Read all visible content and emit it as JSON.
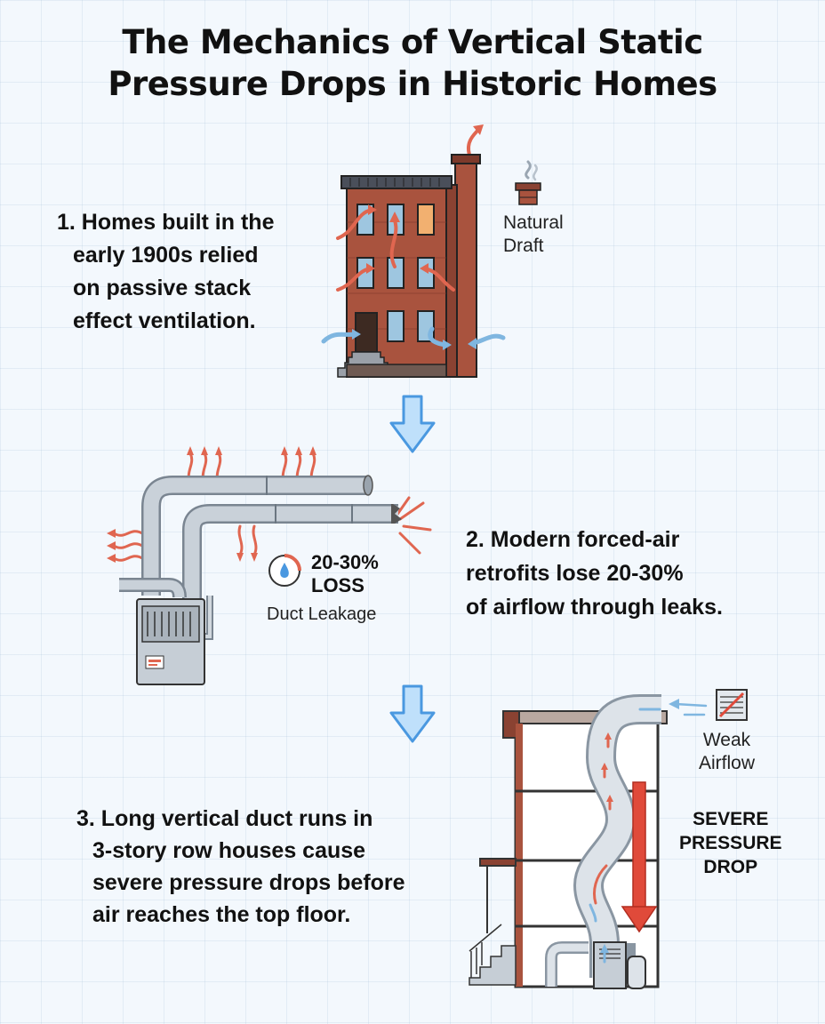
{
  "title": {
    "line1": "The Mechanics of Vertical Static",
    "line2": "Pressure Drops in Historic Homes"
  },
  "steps": [
    {
      "lines": [
        "1. Homes built in the",
        "early 1900s relied",
        "on passive stack",
        "effect ventilation."
      ]
    },
    {
      "lines": [
        "2. Modern forced-air",
        "retrofits lose 20-30%",
        "of airflow through leaks."
      ]
    },
    {
      "lines": [
        "3. Long vertical duct runs in",
        "3-story row houses cause",
        "severe pressure drops before",
        "air reaches the top floor."
      ]
    }
  ],
  "labels": {
    "natural_draft": [
      "Natural",
      "Draft"
    ],
    "loss": [
      "20-30%",
      "LOSS"
    ],
    "duct_leakage": "Duct Leakage",
    "weak_airflow": [
      "Weak",
      "Airflow"
    ],
    "severe_pressure_drop": [
      "SEVERE",
      "PRESSURE",
      "DROP"
    ]
  },
  "colors": {
    "brick": "#a9533e",
    "brick_dark": "#7d3a2b",
    "window": "#9ec6e0",
    "duct": "#b9c3cc",
    "heat_arrow": "#e06650",
    "cool_arrow": "#7fb6e0",
    "flow_arrow": "#4a98e0",
    "pressure_arrow": "#e04a3a"
  }
}
